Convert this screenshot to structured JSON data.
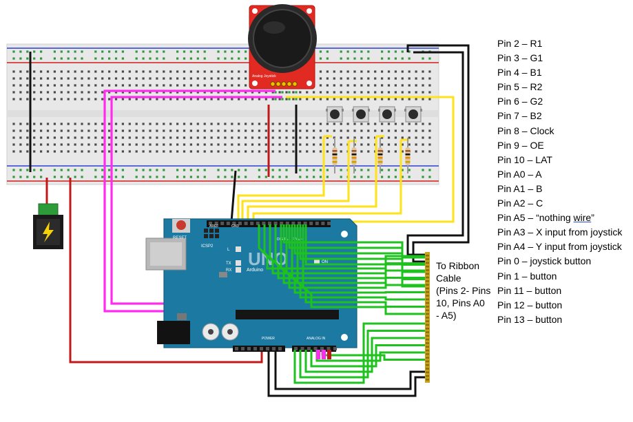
{
  "pin_list": [
    {
      "pin": "Pin 2",
      "label": "R1"
    },
    {
      "pin": "Pin 3",
      "label": "G1"
    },
    {
      "pin": "Pin 4",
      "label": "B1"
    },
    {
      "pin": "Pin 5",
      "label": "R2"
    },
    {
      "pin": "Pin 6",
      "label": "G2"
    },
    {
      "pin": "Pin 7",
      "label": "B2"
    },
    {
      "pin": "Pin 8",
      "label": "Clock"
    },
    {
      "pin": "Pin 9",
      "label": "OE"
    },
    {
      "pin": "Pin 10",
      "label": "LAT"
    },
    {
      "pin": "Pin A0",
      "label": "A"
    },
    {
      "pin": "Pin A1",
      "label": "B"
    },
    {
      "pin": "Pin A2",
      "label": "C"
    },
    {
      "pin": "Pin A5",
      "label": "“nothing wire”"
    },
    {
      "pin": "Pin A3",
      "label": "X input from joystick"
    },
    {
      "pin": "Pin A4",
      "label": "Y input from joystick"
    },
    {
      "pin": "Pin 0",
      "label": "joystick button"
    },
    {
      "pin": "Pin 1",
      "label": "button"
    },
    {
      "pin": "Pin 11",
      "label": "button"
    },
    {
      "pin": "Pin 12",
      "label": "button"
    },
    {
      "pin": "Pin 13",
      "label": "button"
    }
  ],
  "separator": " – ",
  "ribbon_note": {
    "lines": [
      "To Ribbon",
      "Cable",
      "(Pins 2- Pins",
      " 10, Pins A0",
      "- A5)"
    ]
  },
  "arduino": {
    "logo": "UNO",
    "brand": "Arduino",
    "reset_label": "RESET",
    "icsp_label": "ICSP2",
    "aref_label": "AREF",
    "gnd_label": "GND",
    "digital_label": "DIGITAL (PWM~)",
    "analog_label": "ANALOG IN",
    "power_label": "POWER",
    "on_label": "ON",
    "l_label": "L",
    "tx_label": "TX",
    "rx_label": "RX"
  },
  "joystick": {
    "label": "Analog Joystick"
  },
  "colors": {
    "breadboard": "#e9e9e9",
    "rail_red": "#d11a1a",
    "rail_blue": "#2a3fd0",
    "hole_green": "#2e9a3a",
    "arduino_board": "#1c7aa2",
    "joystick_board": "#e02a22",
    "wire_magenta": "#ff2cf0",
    "wire_yellow": "#ffe21a",
    "wire_green": "#1ec21e",
    "wire_red": "#c01818",
    "wire_black": "#111111",
    "ribbon_gold": "#c9a31a"
  }
}
